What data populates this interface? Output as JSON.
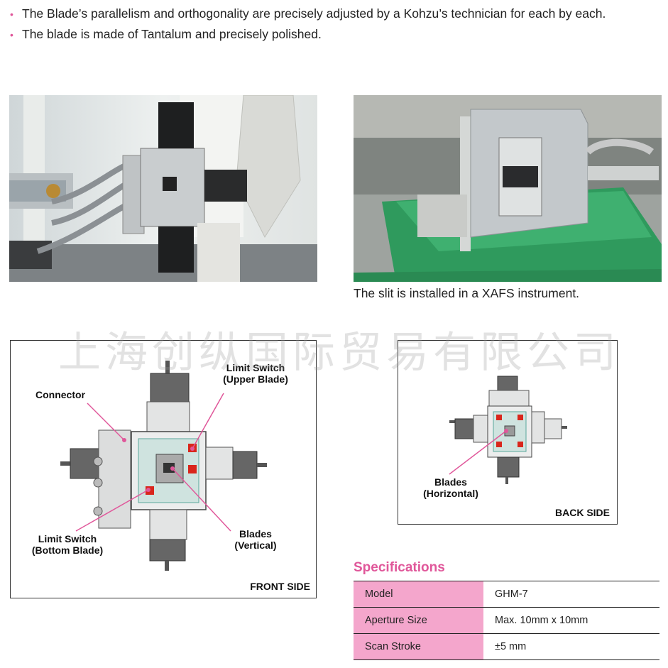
{
  "bullets": [
    "The Blade’s parallelism and orthogonality are precisely adjusted by a Kohzu’s technician for each by each.",
    "The blade is made of Tantalum and precisely polished."
  ],
  "caption": "The slit is installed in a XAFS instrument.",
  "watermark": "上海创纵国际贸易有限公司",
  "front_diagram": {
    "labels": {
      "connector": "Connector",
      "limit_upper": [
        "Limit Switch",
        "(Upper Blade)"
      ],
      "limit_bottom": [
        "Limit Switch",
        "(Bottom Blade)"
      ],
      "blades_vertical": [
        "Blades",
        "(Vertical)"
      ]
    },
    "side": "FRONT SIDE"
  },
  "back_diagram": {
    "labels": {
      "blades_horizontal": [
        "Blades",
        "(Horizontal)"
      ]
    },
    "side": "BACK SIDE"
  },
  "specifications": {
    "title": "Specifications",
    "rows": [
      {
        "key": "Model",
        "value": "GHM-7"
      },
      {
        "key": "Aperture Size",
        "value": "Max. 10mm x 10mm"
      },
      {
        "key": "Scan Stroke",
        "value": "±5 mm"
      }
    ]
  },
  "colors": {
    "accent": "#e0579a",
    "table_key_bg": "#f4a6cc"
  }
}
